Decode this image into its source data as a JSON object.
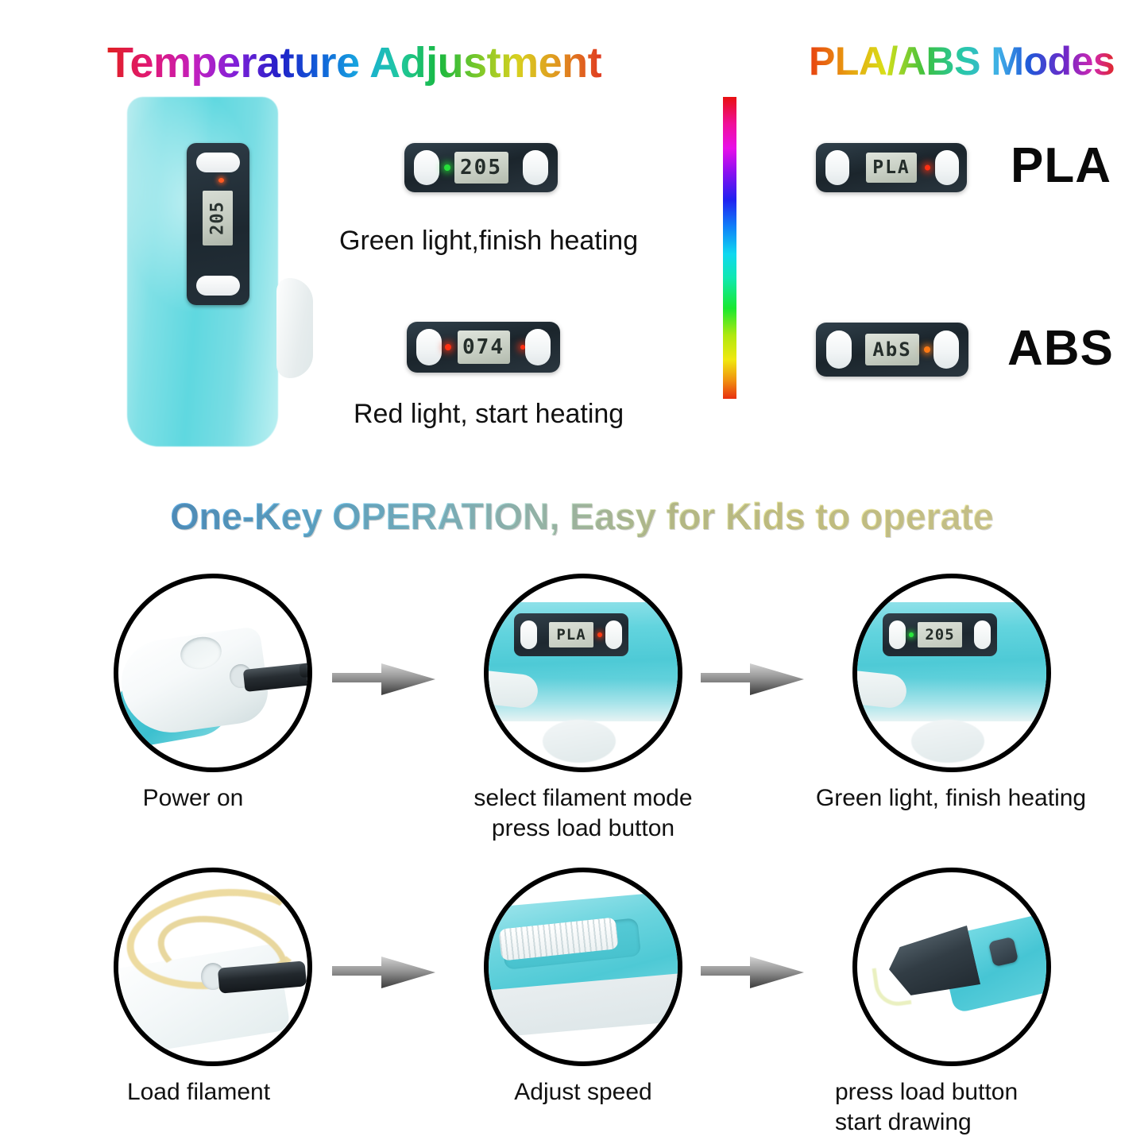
{
  "sections": {
    "temperature": {
      "title": "Temperature Adjustment",
      "pen_display_value": "205",
      "rows": [
        {
          "display": "205",
          "led": "green",
          "caption": "Green light,finish heating"
        },
        {
          "display": "074",
          "led": "red",
          "caption": "Red light, start heating"
        }
      ]
    },
    "modes": {
      "title": "PLA/ABS Modes",
      "rows": [
        {
          "display": "PLA",
          "led": "red",
          "label": "PLA"
        },
        {
          "display": "AbS",
          "led": "orange",
          "label": "ABS"
        }
      ]
    },
    "operation": {
      "title": "One-Key OPERATION, Easy for Kids to operate",
      "steps": [
        {
          "label": "Power on",
          "display": ""
        },
        {
          "label": "select filament mode\npress load button",
          "display": "PLA"
        },
        {
          "label": "Green light, finish heating",
          "display": "205"
        },
        {
          "label": "Load filament",
          "display": ""
        },
        {
          "label": "Adjust speed",
          "display": ""
        },
        {
          "label": "press load button\nstart drawing",
          "display": ""
        }
      ]
    }
  },
  "colors": {
    "pen_teal": "#4ec9d5",
    "led_green": "#26e03a",
    "led_red": "#ff3012",
    "led_orange": "#ff7a14",
    "lcd_screen": "#c8cfc4",
    "panel_dark": "#1d2830",
    "text": "#111111",
    "arrow_gray": "#8a8a8a"
  }
}
